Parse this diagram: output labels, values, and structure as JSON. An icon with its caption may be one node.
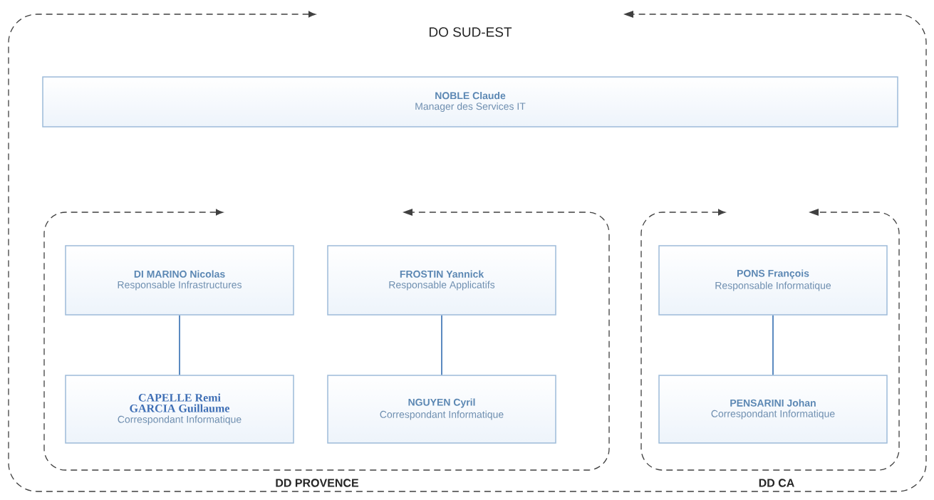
{
  "diagram": {
    "nodes": [
      {
        "text": [
          "DO SUD-EST"
        ]
      },
      {
        "text": [
          "NOBLE Claude",
          "Manager des Services IT"
        ],
        "in": 0
      },
      {
        "text": [
          "DD PROVENCE"
        ],
        "in": 0
      },
      {
        "text": [
          "DI MARINO Nicolas",
          "Responsable Infrastructures"
        ],
        "in": 2
      },
      {
        "text": [
          "FROSTIN Yannick",
          "Responsable Applicatifs"
        ],
        "in": 2
      },
      {
        "text": [
          "CAPELLE Remi",
          "GARCIA Guillaume",
          "Correspondant Informatique"
        ],
        "in": 2
      },
      {
        "text": [
          "NGUYEN Cyril",
          "Correspondant Informatique"
        ],
        "in": 2
      },
      {
        "text": [
          "DD CA"
        ],
        "in": 0
      },
      {
        "text": [
          "PONS François",
          "Responsable Informatique"
        ],
        "in": 7
      },
      {
        "text": [
          "PENSARINI Johan",
          "Correspondant Informatique"
        ],
        "in": 7
      }
    ],
    "edges": [
      {
        "from": 3,
        "to": 5,
        "arrow": "none"
      },
      {
        "from": 4,
        "to": 6,
        "arrow": "none"
      },
      {
        "from": 8,
        "to": 9,
        "arrow": "none"
      }
    ]
  }
}
